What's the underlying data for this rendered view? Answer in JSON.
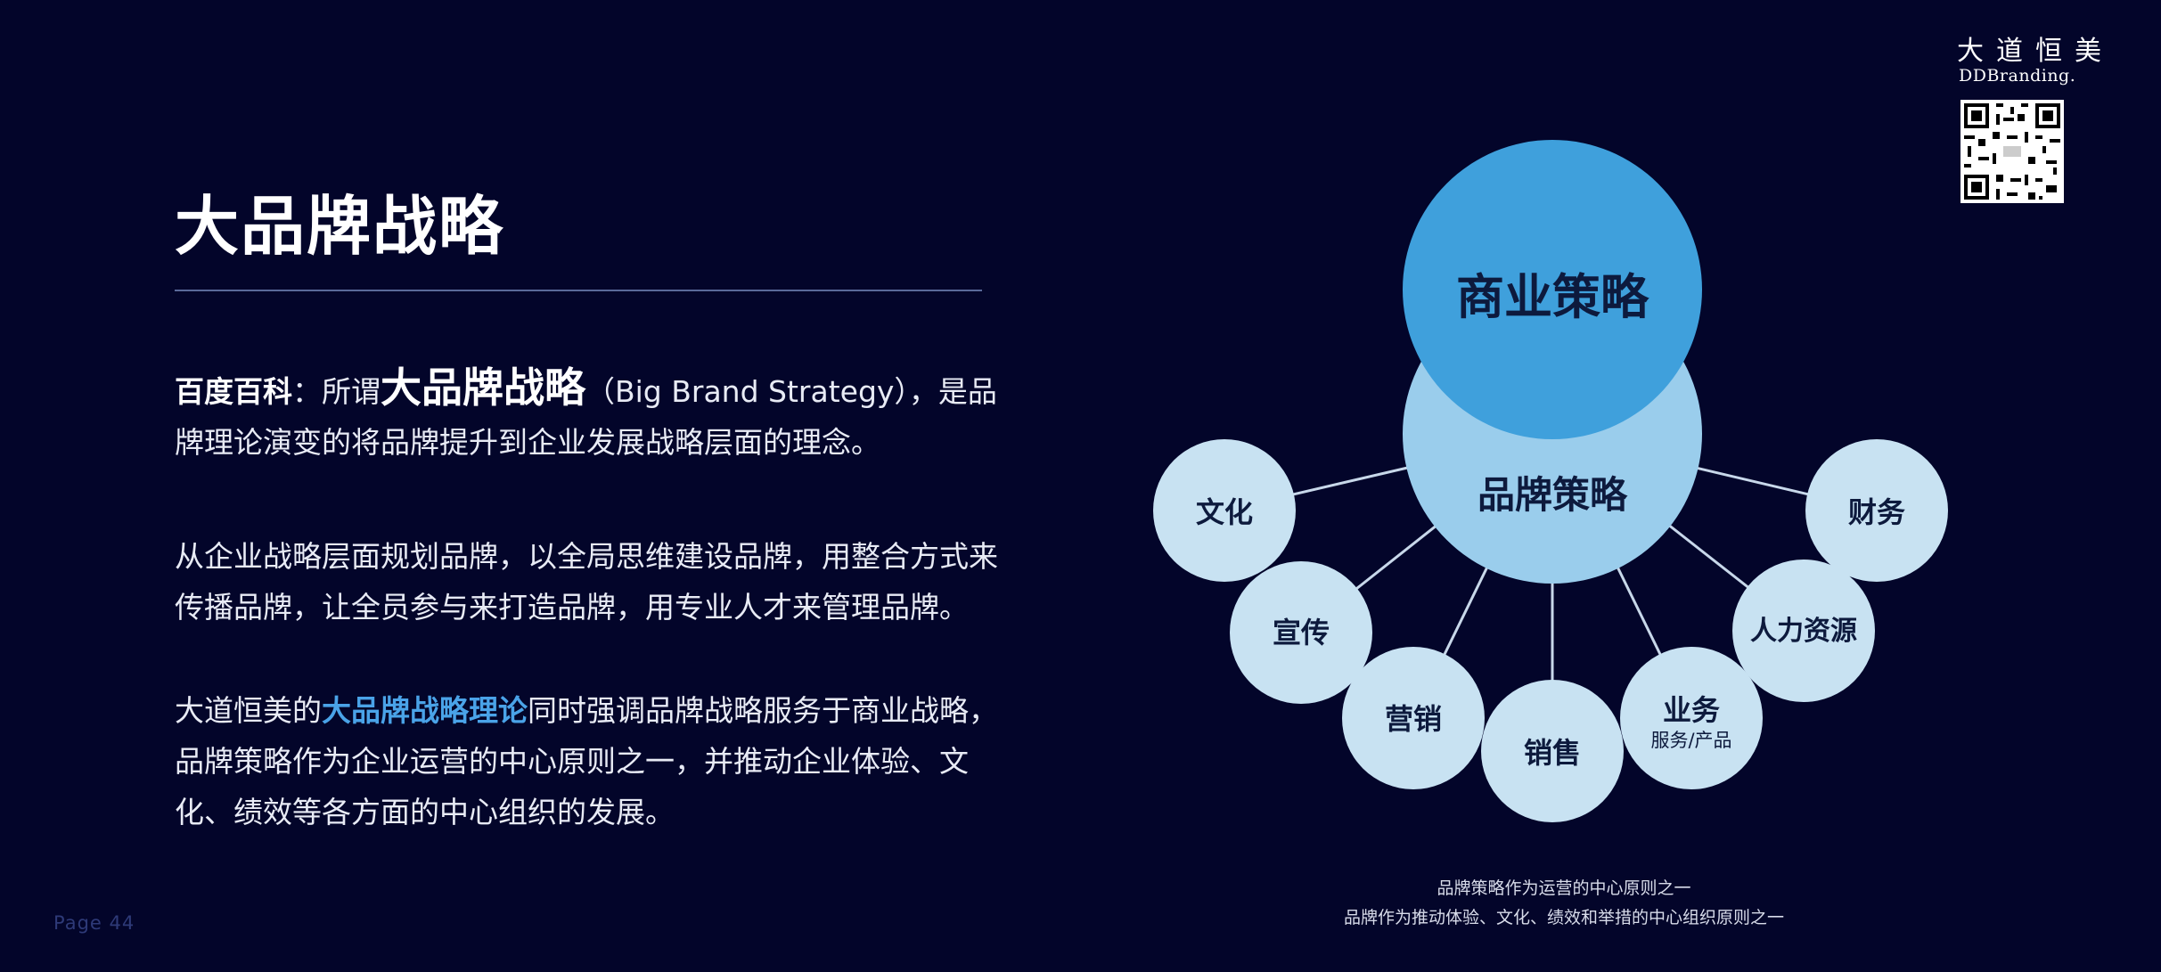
{
  "slide": {
    "title": "大品牌战略",
    "page_label": "Page  44"
  },
  "brand": {
    "name_cn": "大道恒美",
    "name_en": "DDBranding.",
    "qr_icon": "qr-code-icon"
  },
  "body": {
    "p1_prefix": "百度百科",
    "p1_colon": "：所谓",
    "p1_big": "大品牌战略",
    "p1_rest": "（Big Brand Strategy），是品牌理论演变的将品牌提升到企业发展战略层面的理念。",
    "p2": "从企业战略层面规划品牌，以全局思维建设品牌，用整合方式来传播品牌，让全员参与来打造品牌，用专业人才来管理品牌。",
    "p3_start": "大道恒美的",
    "p3_highlight": "大品牌战略理论",
    "p3_rest": "同时强调品牌战略服务于商业战略，品牌策略作为企业运营的中心原则之一，并推动企业体验、文化、绩效等各方面的中心组织的发展。"
  },
  "diagram": {
    "top_circle": "商业策略",
    "center_circle": "品牌策略",
    "nodes": [
      {
        "label": "文化",
        "sub": ""
      },
      {
        "label": "宣传",
        "sub": ""
      },
      {
        "label": "营销",
        "sub": ""
      },
      {
        "label": "销售",
        "sub": ""
      },
      {
        "label": "业务",
        "sub": "服务/产品"
      },
      {
        "label": "人力资源",
        "sub": ""
      },
      {
        "label": "财务",
        "sub": ""
      }
    ],
    "colors": {
      "top": "#3fa0dc",
      "center": "#9acdec",
      "node": "#c8e2f2",
      "line": "#c8d8ea"
    }
  },
  "captions": {
    "line1": "品牌策略作为运营的中心原则之一",
    "line2": "品牌作为推动体验、文化、绩效和举措的中心组织原则之一"
  }
}
